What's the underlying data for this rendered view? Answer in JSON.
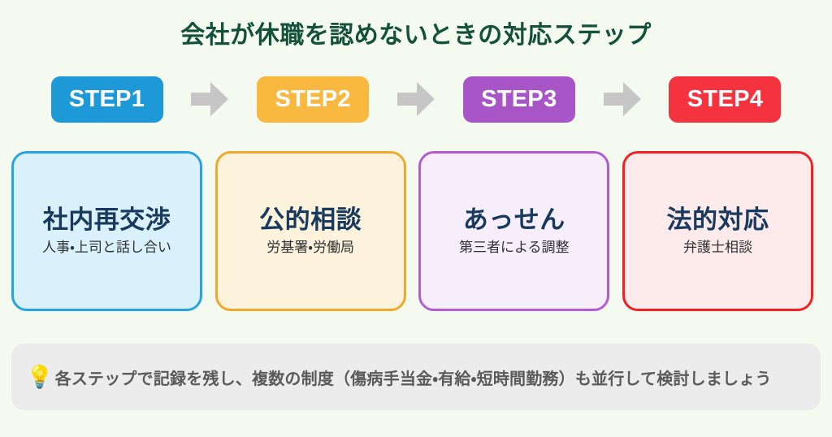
{
  "background_color": "#f4faef",
  "header": {
    "title": "会社が休職を認めないときの対応ステップ",
    "title_color": "#14513c"
  },
  "steps": [
    {
      "badge_label": "STEP1",
      "badge_color": "#1e99d8",
      "card_title": "社内再交渉",
      "card_subtitle": "人事・上司と話し合い",
      "card_bg": "#daf0fb",
      "card_border": "#26a3e0"
    },
    {
      "badge_label": "STEP2",
      "badge_color": "#f9b83f",
      "card_title": "公的相談",
      "card_subtitle": "労基署・労働局",
      "card_bg": "#fdf2db",
      "card_border": "#f0a82a"
    },
    {
      "badge_label": "STEP3",
      "badge_color": "#a855c8",
      "card_title": "あっせん",
      "card_subtitle": "第三者による調整",
      "card_bg": "#f7eefc",
      "card_border": "#b15cd4"
    },
    {
      "badge_label": "STEP4",
      "badge_color": "#f5333f",
      "card_title": "法的対応",
      "card_subtitle": "弁護士相談",
      "card_bg": "#fdeaea",
      "card_border": "#f51f22"
    }
  ],
  "arrows": {
    "icon_name": "arrow-right-icon",
    "color": "#c6c6c6",
    "count": 3
  },
  "note": {
    "icon": "💡",
    "icon_name": "lightbulb-icon",
    "text": "各ステップで記録を残し、複数の制度（傷病手当金・有給・短時間勤務）も並行して検討しましょう",
    "bg": "#ececec",
    "text_color": "#5a5a5a"
  }
}
